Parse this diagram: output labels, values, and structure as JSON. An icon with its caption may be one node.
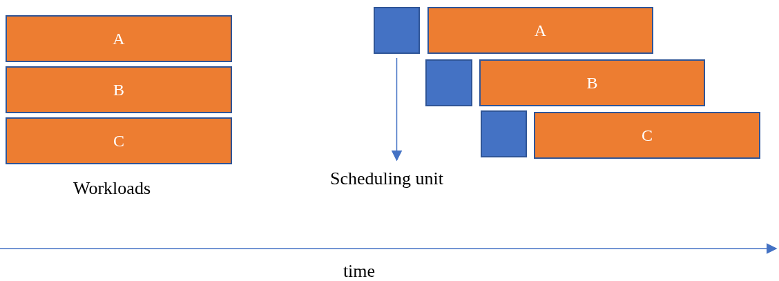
{
  "diagram": {
    "nodes": [
      {
        "text": [
          "A"
        ]
      },
      {
        "text": [
          "B"
        ]
      },
      {
        "text": [
          "C"
        ]
      },
      {
        "text": [],
        "shape": "box"
      },
      {
        "text": [
          "A"
        ]
      },
      {
        "text": [],
        "shape": "box"
      },
      {
        "text": [
          "B"
        ]
      },
      {
        "text": [],
        "shape": "box"
      },
      {
        "text": [
          "C"
        ]
      },
      {
        "text": [
          "Scheduling unit"
        ]
      }
    ],
    "edges": [
      {
        "from": 3,
        "to": 9,
        "arrow": "to"
      }
    ],
    "labels": [
      "Workloads",
      "time"
    ]
  }
}
